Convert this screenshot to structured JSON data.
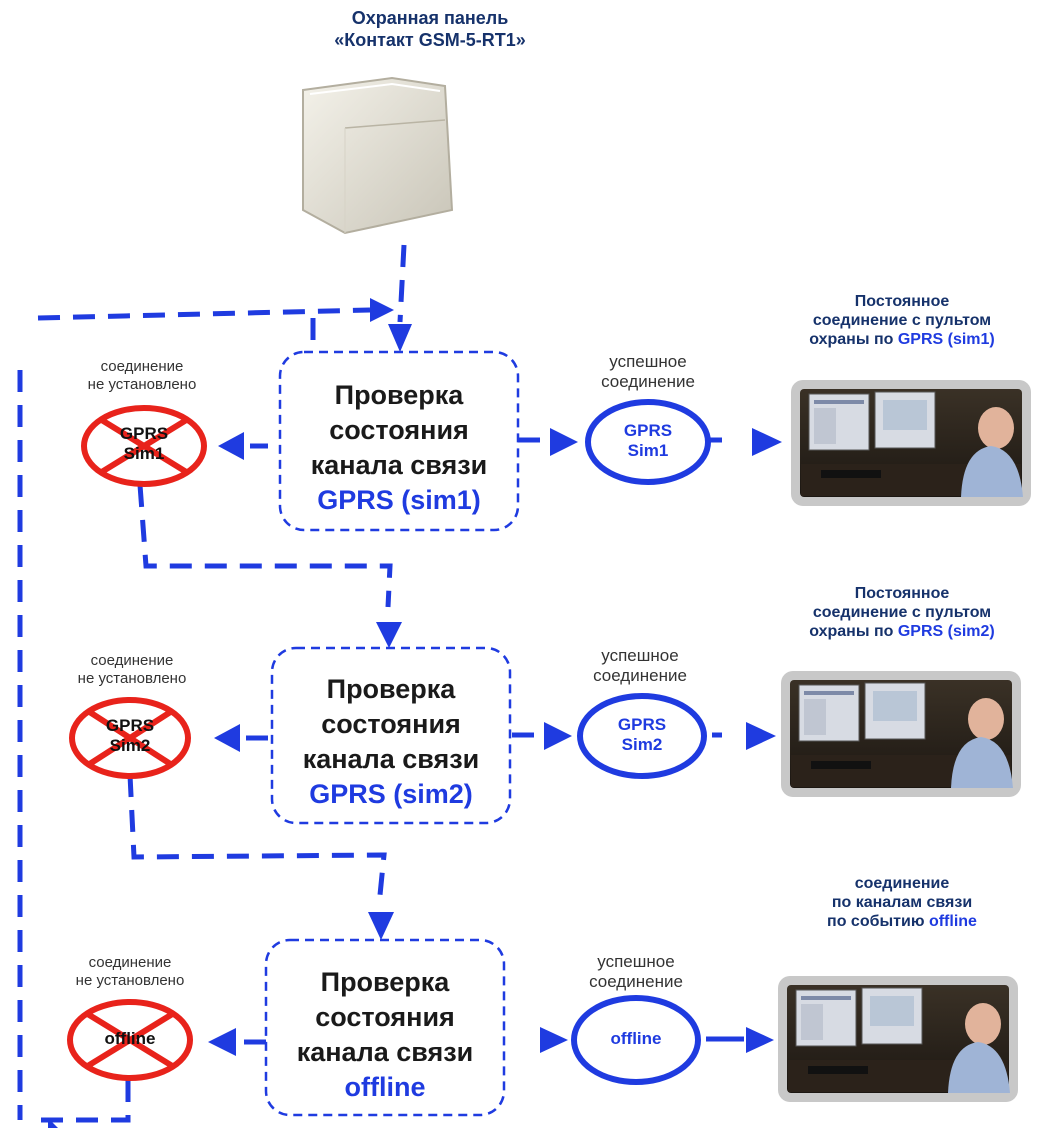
{
  "header": {
    "title_line1": "Охранная панель",
    "title_line2": "«Контакт GSM-5-RT1»"
  },
  "steps": [
    {
      "check_line1": "Проверка",
      "check_line2": "состояния",
      "check_line3": "канала связи",
      "channel": "GPRS (sim1)",
      "fail_label_line1": "соединение",
      "fail_label_line2": "не установлено",
      "fail_badge_line1": "GPRS",
      "fail_badge_line2": "Sim1",
      "success_label_line1": "успешное",
      "success_label_line2": "соединение",
      "success_badge_line1": "GPRS",
      "success_badge_line2": "Sim1",
      "result_line1": "Постоянное",
      "result_line2": "соединение с пультом",
      "result_line3_prefix": "охраны по",
      "result_line3_highlight": "GPRS (sim1)"
    },
    {
      "check_line1": "Проверка",
      "check_line2": "состояния",
      "check_line3": "канала связи",
      "channel": "GPRS (sim2)",
      "fail_label_line1": "соединение",
      "fail_label_line2": "не установлено",
      "fail_badge_line1": "GPRS",
      "fail_badge_line2": "Sim2",
      "success_label_line1": "успешное",
      "success_label_line2": "соединение",
      "success_badge_line1": "GPRS",
      "success_badge_line2": "Sim2",
      "result_line1": "Постоянное",
      "result_line2": "соединение с пультом",
      "result_line3_prefix": "охраны по",
      "result_line3_highlight": "GPRS (sim2)"
    },
    {
      "check_line1": "Проверка",
      "check_line2": "состояния",
      "check_line3": "канала связи",
      "channel": "offline",
      "fail_label_line1": "соединение",
      "fail_label_line2": "не установлено",
      "fail_badge_line1": "offline",
      "success_label_line1": "успешное",
      "success_label_line2": "соединение",
      "success_badge_line1": "offline",
      "result_line1": "соединение",
      "result_line2": "по каналам связи",
      "result_line3_prefix": "по событию",
      "result_line3_highlight": "offline"
    }
  ],
  "colors": {
    "flow_blue": "#1f3be0",
    "fail_red": "#e8231b",
    "title_navy": "#16326b",
    "device_gray": "#e7e4da"
  },
  "icons": [
    "security-panel-device-image",
    "operator-console-photo"
  ]
}
